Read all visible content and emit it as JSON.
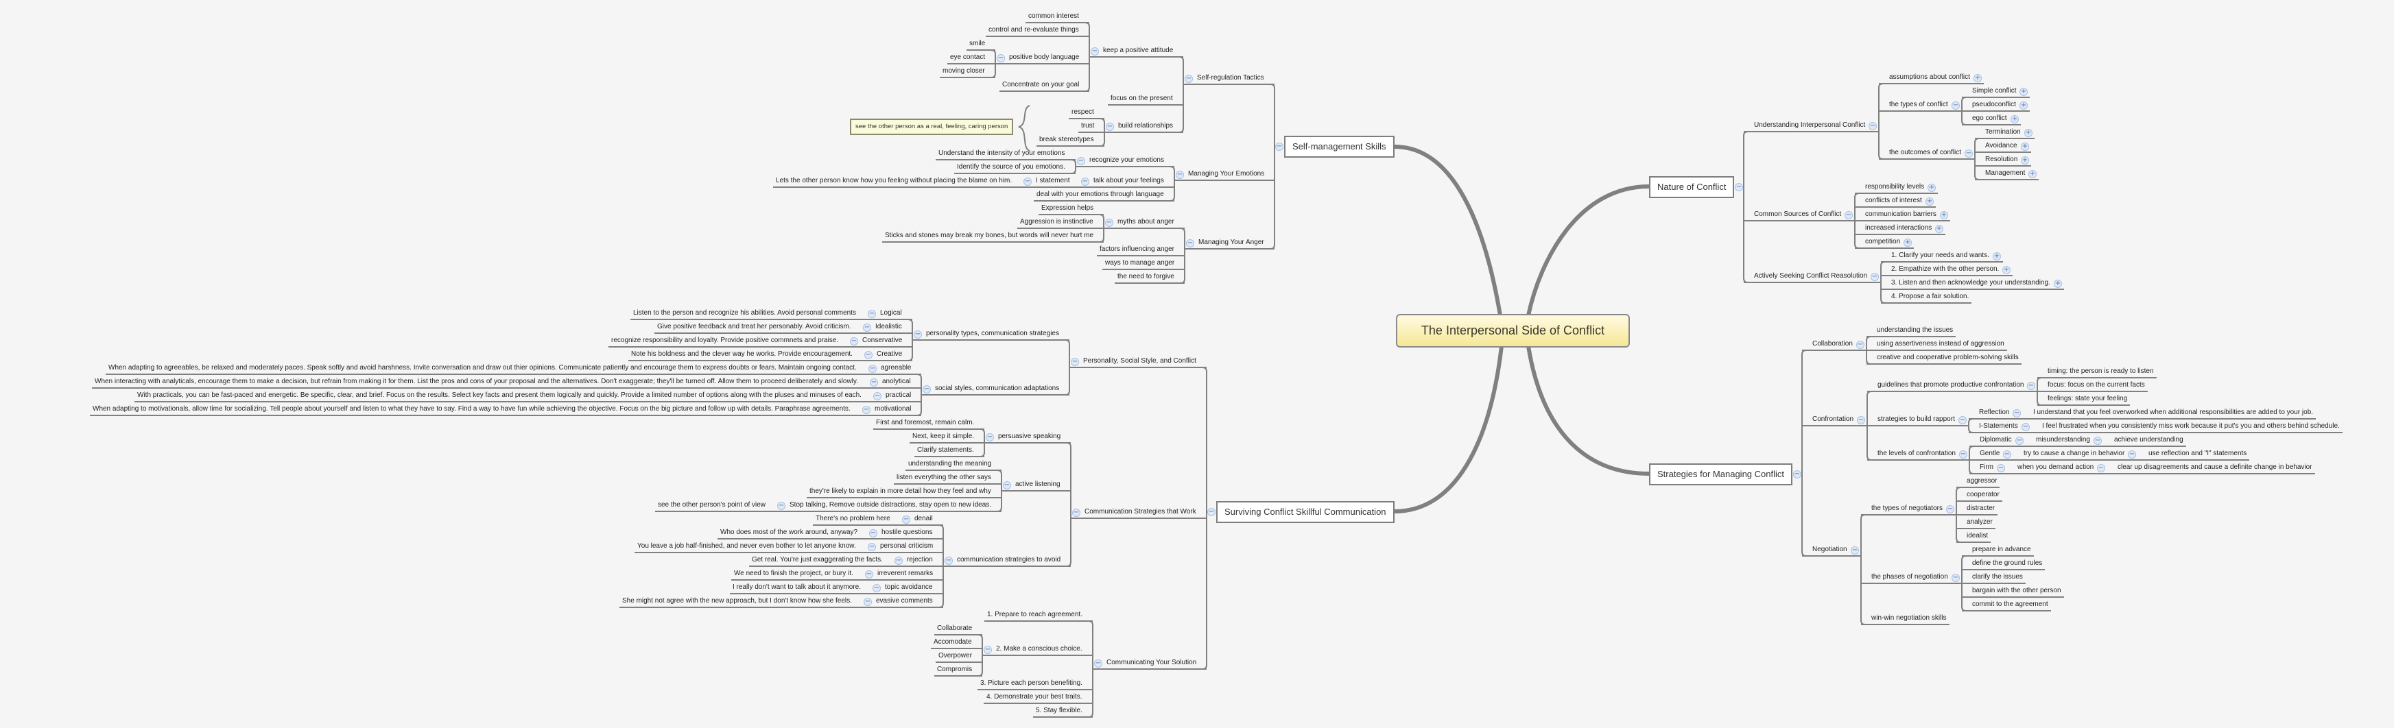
{
  "center": {
    "title": "The Interpersonal Side of Conflict"
  },
  "colors": {
    "background": "#f5f5f5",
    "connector": "#808080",
    "central_fill": "#f6e796",
    "icon": "#dfe9f7"
  },
  "branches": [
    {
      "label": "Self-management Skills",
      "children": [
        {
          "label": "Self-regulation Tactics",
          "children": [
            {
              "label": "keep a positive attitude",
              "children": [
                {
                  "label": "common interest"
                },
                {
                  "label": "control and re-evaluate things"
                },
                {
                  "label": "positive body language",
                  "children": [
                    {
                      "label": "smile"
                    },
                    {
                      "label": "eye contact"
                    },
                    {
                      "label": "moving closer"
                    }
                  ]
                },
                {
                  "label": "Concentrate on your goal"
                }
              ]
            },
            {
              "label": "focus on the present"
            },
            {
              "label": "build relationships",
              "summary": "see the other person as a real, feeling, caring person",
              "children": [
                {
                  "label": "respect"
                },
                {
                  "label": "trust"
                },
                {
                  "label": "break stereotypes"
                }
              ]
            }
          ]
        },
        {
          "label": "Managing Your Emotions",
          "children": [
            {
              "label": "recognize your emotions",
              "children": [
                {
                  "label": "Understand the intensity of your emotions"
                },
                {
                  "label": "Identify the source of you emotions."
                }
              ]
            },
            {
              "label": "talk about your feelings",
              "children": [
                {
                  "label": "I statement",
                  "children": [
                    {
                      "label": "Lets the other person know how you feeling without placing the blame on him."
                    }
                  ]
                }
              ]
            },
            {
              "label": "deal with your emotions through language"
            }
          ]
        },
        {
          "label": "Managing Your Anger",
          "children": [
            {
              "label": "myths about anger",
              "children": [
                {
                  "label": "Expression helps"
                },
                {
                  "label": "Aggression is instinctive"
                },
                {
                  "label": "Sticks and stones may break my bones, but words will never hurt me"
                }
              ]
            },
            {
              "label": "factors influencing anger"
            },
            {
              "label": "ways to manage anger"
            },
            {
              "label": "the need to forgive"
            }
          ]
        }
      ]
    },
    {
      "label": "Surviving Conflict Skillful Communication",
      "children": [
        {
          "label": "Personality, Social Style, and Conflict",
          "children": [
            {
              "label": "personality types, communication strategies",
              "children": [
                {
                  "label": "Logical",
                  "children": [
                    {
                      "label": "Listen to the person and recognize his abilities. Avoid personal comments"
                    }
                  ]
                },
                {
                  "label": "Idealistic",
                  "children": [
                    {
                      "label": "Give positive feedback and treat her personably. Avoid criticism."
                    }
                  ]
                },
                {
                  "label": "Conservative",
                  "children": [
                    {
                      "label": "recognize responsibility and loyalty. Provide positive commnets and praise."
                    }
                  ]
                },
                {
                  "label": "Creative",
                  "children": [
                    {
                      "label": "Note his boldness and the clever way he works. Provide encouragement."
                    }
                  ]
                }
              ]
            },
            {
              "label": "social styles, communication adaptations",
              "children": [
                {
                  "label": "agreeable",
                  "children": [
                    {
                      "label": "When adapting to agreeables, be relaxed and moderately paces. Speak softly and avoid harshness. Invite conversation and draw out thier opinions. Communicate patiently and encourage them to express doubts or fears. Maintain ongoing contact."
                    }
                  ]
                },
                {
                  "label": "anolytical",
                  "children": [
                    {
                      "label": "When interacting with analyticals, encourage them to make a decision, but refrain from making it for them. List the pros and cons of your proposal and the alternatives. Don't exaggerate; they'll be turned off. Allow them to proceed deliberately and slowly."
                    }
                  ]
                },
                {
                  "label": "practical",
                  "children": [
                    {
                      "label": "With practicals, you can be fast-paced and energetic. Be specific, clear, and brief. Focus on the results. Select key facts and present them logically and quickly. Provide a limited number of options along with the pluses and minuses of each."
                    }
                  ]
                },
                {
                  "label": "motivational",
                  "children": [
                    {
                      "label": "When adapting to motivationals, allow time for socializing. Tell people about yourself and listen to what they have to say. Find a way to have fun while achieving the objective. Focus on the big picture and follow up with details. Paraphrase agreements."
                    }
                  ]
                }
              ]
            }
          ]
        },
        {
          "label": "Communication Strategies that Work",
          "children": [
            {
              "label": "persuasive speaking",
              "children": [
                {
                  "label": "First and foremost, remain calm."
                },
                {
                  "label": "Next, keep it simple."
                },
                {
                  "label": "Clarify statements."
                }
              ]
            },
            {
              "label": "active listening",
              "children": [
                {
                  "label": "understanding the meaning"
                },
                {
                  "label": "listen everything the other says"
                },
                {
                  "label": "they're likely to explain in more detail how they feel and why"
                },
                {
                  "label": "Stop talking, Remove outside distractions, stay open to new ideas.",
                  "children": [
                    {
                      "label": "see the other person's point of view"
                    }
                  ]
                }
              ]
            },
            {
              "label": "communication strategies to avoid",
              "children": [
                {
                  "label": "denail",
                  "children": [
                    {
                      "label": "There's no problem here"
                    }
                  ]
                },
                {
                  "label": "hostile questions",
                  "children": [
                    {
                      "label": "Who does most of the work around, anyway?"
                    }
                  ]
                },
                {
                  "label": "personal criticism",
                  "children": [
                    {
                      "label": "You leave a job half-finished, and never even bother to let anyone know."
                    }
                  ]
                },
                {
                  "label": "rejection",
                  "children": [
                    {
                      "label": "Get real. You're just exaggerating the facts."
                    }
                  ]
                },
                {
                  "label": "irreverent remarks",
                  "children": [
                    {
                      "label": "We need to finish the project, or bury it."
                    }
                  ]
                },
                {
                  "label": "topic avoidance",
                  "children": [
                    {
                      "label": "I really don't want to talk about it anymore."
                    }
                  ]
                },
                {
                  "label": "evasive comments",
                  "children": [
                    {
                      "label": "She might not agree with the new approach, but I don't know how she feels."
                    }
                  ]
                }
              ]
            }
          ]
        },
        {
          "label": "Communicating Your Solution",
          "children": [
            {
              "label": "1. Prepare to reach agreement."
            },
            {
              "label": "2. Make a conscious choice.",
              "children": [
                {
                  "label": "Collaborate"
                },
                {
                  "label": "Accomodate"
                },
                {
                  "label": "Overpower"
                },
                {
                  "label": "Compromis"
                }
              ]
            },
            {
              "label": "3. Picture each person benefiting."
            },
            {
              "label": "4. Demonstrate your best traits."
            },
            {
              "label": "5. Stay flexible."
            }
          ]
        }
      ]
    },
    {
      "label": "Nature of Conflict",
      "children": [
        {
          "label": "Understanding Interpersonal Conflict",
          "children": [
            {
              "label": "assumptions about conflict",
              "collapsed": true
            },
            {
              "label": "the types of conflict",
              "children": [
                {
                  "label": "Simple conflict",
                  "collapsed": true
                },
                {
                  "label": "pseudoconflict",
                  "collapsed": true
                },
                {
                  "label": "ego conflict",
                  "collapsed": true
                }
              ]
            },
            {
              "label": "the outcomes of conflict",
              "children": [
                {
                  "label": "Termination",
                  "collapsed": true
                },
                {
                  "label": "Avoidance",
                  "collapsed": true
                },
                {
                  "label": "Resolution",
                  "collapsed": true
                },
                {
                  "label": "Management",
                  "collapsed": true
                }
              ]
            }
          ]
        },
        {
          "label": "Common Sources of Conflict",
          "children": [
            {
              "label": "responsibility levels",
              "collapsed": true
            },
            {
              "label": "conflicts of interest",
              "collapsed": true
            },
            {
              "label": "communication barriers",
              "collapsed": true
            },
            {
              "label": "increased interactions",
              "collapsed": true
            },
            {
              "label": "competition",
              "collapsed": true
            }
          ]
        },
        {
          "label": "Actively Seeking Conflict Reasolution",
          "children": [
            {
              "label": "1. Clarify your needs and wants.",
              "collapsed": true
            },
            {
              "label": "2. Empathize with the other person.",
              "collapsed": true
            },
            {
              "label": "3. Listen and then acknowledge your understanding.",
              "collapsed": true
            },
            {
              "label": "4. Propose a fair solution."
            }
          ]
        }
      ]
    },
    {
      "label": "Strategies for Managing Conflict",
      "children": [
        {
          "label": "Collaboration",
          "children": [
            {
              "label": "understanding the issues"
            },
            {
              "label": "using assertiveness instead of aggression"
            },
            {
              "label": "creative and cooperative problem-solving skills"
            }
          ]
        },
        {
          "label": "Confrontation",
          "children": [
            {
              "label": "guidelines that promote productive confrontation",
              "children": [
                {
                  "label": "timing: the person is ready to listen"
                },
                {
                  "label": "focus: focus on the current facts"
                },
                {
                  "label": "feelings: state your feeling"
                }
              ]
            },
            {
              "label": "strategies to build rapport",
              "children": [
                {
                  "label": "Reflection",
                  "children": [
                    {
                      "label": "I understand that you feel overworked when additional responsibilities are added to your job."
                    }
                  ]
                },
                {
                  "label": "I-Statements",
                  "children": [
                    {
                      "label": "I feel frustrated when you consistently miss work because it put's you and others behind schedule."
                    }
                  ]
                }
              ]
            },
            {
              "label": "the levels of confrontation",
              "children": [
                {
                  "label": "Diplomatic",
                  "children": [
                    {
                      "label": "misunderstanding",
                      "children": [
                        {
                          "label": "achieve understanding"
                        }
                      ]
                    }
                  ]
                },
                {
                  "label": "Gentle",
                  "children": [
                    {
                      "label": "try to cause a change in behavior",
                      "children": [
                        {
                          "label": "use reflection and \"I\" statements"
                        }
                      ]
                    }
                  ]
                },
                {
                  "label": "Firm",
                  "children": [
                    {
                      "label": "when you demand action",
                      "children": [
                        {
                          "label": "clear up disagreements and cause a definite change in behavior"
                        }
                      ]
                    }
                  ]
                }
              ]
            }
          ]
        },
        {
          "label": "Negotiation",
          "children": [
            {
              "label": "the types of negotiators",
              "children": [
                {
                  "label": "aggressor"
                },
                {
                  "label": "cooperator"
                },
                {
                  "label": "distracter"
                },
                {
                  "label": "analyzer"
                },
                {
                  "label": "idealist"
                }
              ]
            },
            {
              "label": "the phases of negotiation",
              "children": [
                {
                  "label": "prepare in advance"
                },
                {
                  "label": "define the ground rules"
                },
                {
                  "label": "clarify the issues"
                },
                {
                  "label": "bargain with the other person"
                },
                {
                  "label": "commit to the agreement"
                }
              ]
            },
            {
              "label": "win-win negotiation skills"
            }
          ]
        }
      ]
    }
  ]
}
